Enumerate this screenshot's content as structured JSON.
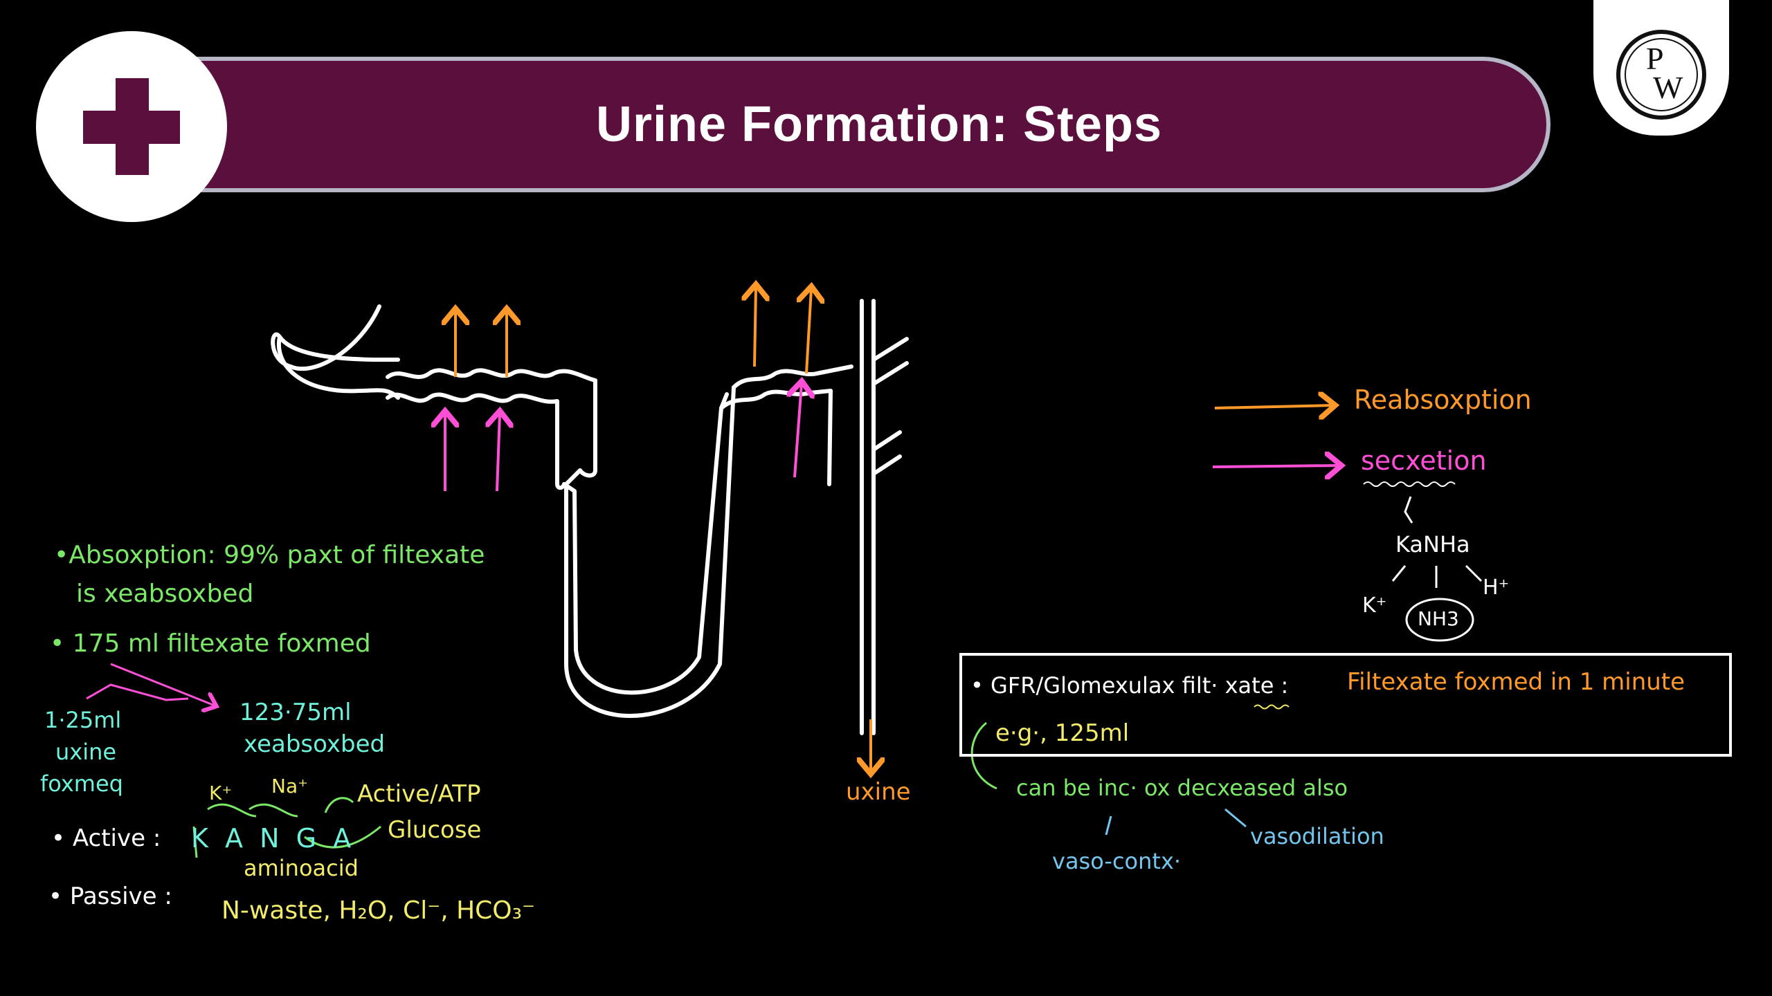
{
  "header": {
    "title": "Urine Formation: Steps",
    "logo_text": "PW"
  },
  "legend": {
    "reabsorption": "Reabsoxption",
    "secretion": "secxetion",
    "secretion_items": {
      "kanha": "KaNHa",
      "k": "K⁺",
      "h": "H⁺",
      "nh3": "NH3"
    }
  },
  "diagram": {
    "urine_label": "uxine"
  },
  "notes_left": {
    "absorption_line1": "•Absoxption: 99% paxt of filtexate",
    "absorption_line2": "is xeabsoxbed",
    "filtrate_formed": "• 175 ml filtexate foxmed",
    "urine_formed_l1": "1·25ml",
    "urine_formed_l2": "uxine",
    "urine_formed_l3": "foxmeq",
    "reabsorbed_l1": "123·75ml",
    "reabsorbed_l2": "xeabsoxbed",
    "active_label": "• Active :",
    "kanga": "K A N G A",
    "k_plus": "K⁺",
    "na_plus": "Na⁺",
    "active_atp": "Active/ATP",
    "glucose": "Glucose",
    "aminoacid": "aminoacid",
    "passive_label": "• Passive :",
    "passive_items": "N-waste, H₂O, Cl⁻, HCO₃⁻"
  },
  "gfr": {
    "label": "• GFR/Glomexulax filt· xate :",
    "definition": "Filtexate foxmed in 1 minute",
    "example": "e·g·, 125ml",
    "change": "can be inc· ox decxeased also",
    "vasoconstriction": "vaso-contx·",
    "vasodilation": "vasodilation"
  },
  "colors": {
    "title_bar": "#5a0f3c",
    "reabsorption": "#ff9a2a",
    "secretion": "#ff4fd6",
    "notes_green": "#7ce868",
    "notes_cyan": "#6ef2dc",
    "notes_yellow": "#f3ec6a",
    "notes_blue": "#74c6ef"
  }
}
